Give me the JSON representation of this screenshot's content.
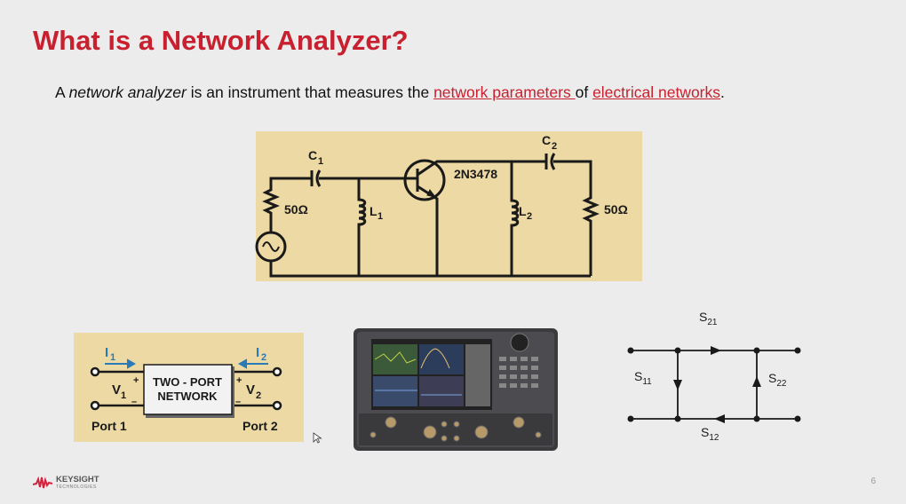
{
  "title": "What is a Network Analyzer?",
  "intro": {
    "prefix": "A ",
    "em": "network analyzer",
    "mid": " is an instrument that measures the ",
    "link1": "network parameters ",
    "of": "of ",
    "link2": "electrical networks",
    "end": "."
  },
  "circuit": {
    "c1": "C",
    "c1_sub": "1",
    "c2": "C",
    "c2_sub": "2",
    "r1": "50Ω",
    "r2": "50Ω",
    "l1": "L",
    "l1_sub": "1",
    "l2": "L",
    "l2_sub": "2",
    "transistor": "2N3478"
  },
  "two_port": {
    "box_line1": "TWO - PORT",
    "box_line2": "NETWORK",
    "i1": "I",
    "i1_sub": "1",
    "i2": "I",
    "i2_sub": "2",
    "v1": "V",
    "v1_sub": "1",
    "v2": "V",
    "v2_sub": "2",
    "plus": "+",
    "minus": "–",
    "port1": "Port 1",
    "port2": "Port 2"
  },
  "flow_graph": {
    "s21": "21",
    "s11": "11",
    "s22": "22",
    "s12": "12",
    "s": "S"
  },
  "footer": {
    "brand": "KEYSIGHT",
    "brand_sub": "TECHNOLOGIES",
    "page": "6"
  },
  "colors": {
    "accent": "#c8202f",
    "panel": "#ecd9a3",
    "arrow": "#2a7ab8"
  }
}
